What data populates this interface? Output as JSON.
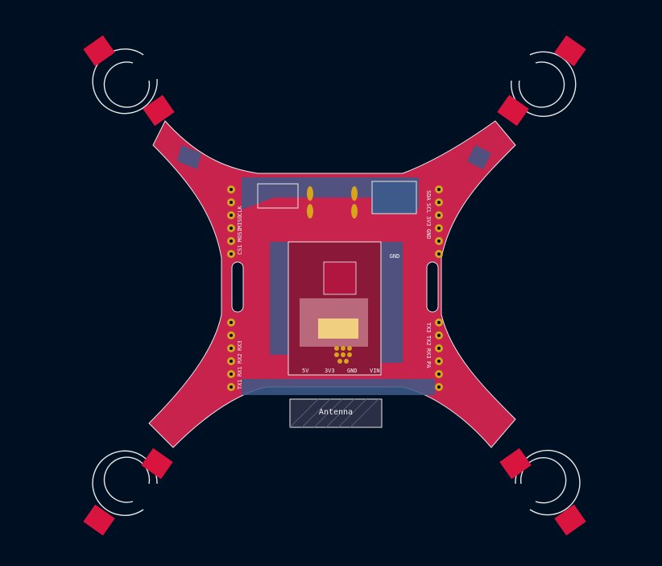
{
  "colors": {
    "background": "#001023",
    "board_copper": "#c8234d",
    "board_dark": "#8a1838",
    "back_copper": "#3d5a8a",
    "pad_red": "#d9143e",
    "pad_gold": "#d6a51c",
    "silkscreen": "#e8e8e8",
    "antenna_fill": "#2a2f45"
  },
  "labels": {
    "antenna": "Antenna",
    "left_header": [
      "CLK",
      "MISO",
      "MOSI",
      "CS1"
    ],
    "left_header_lower": [
      "TX1",
      "RX1",
      "RX2",
      "RX3"
    ],
    "right_header": [
      "SDA",
      "SCL",
      "3V3",
      "GND"
    ],
    "right_header_lower": [
      "TX3",
      "TX2",
      "RX3",
      "PA"
    ],
    "gnd": "GND",
    "bottom_labels": [
      "5V",
      "3V3",
      "GND",
      "VIN"
    ]
  }
}
